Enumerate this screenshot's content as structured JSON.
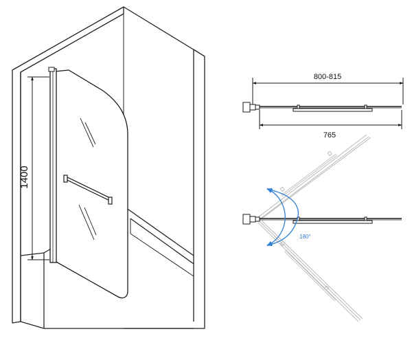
{
  "dimensions": {
    "height_label": "1400",
    "total_width_label": "800-815",
    "glass_width_label": "765",
    "rotation_label": "180°"
  },
  "colors": {
    "line": "#1a1a1a",
    "wall_line": "#222222",
    "glass_fill": "#ffffff",
    "ghost_line": "#b9b9b9",
    "arrow": "#2f7fd4"
  }
}
